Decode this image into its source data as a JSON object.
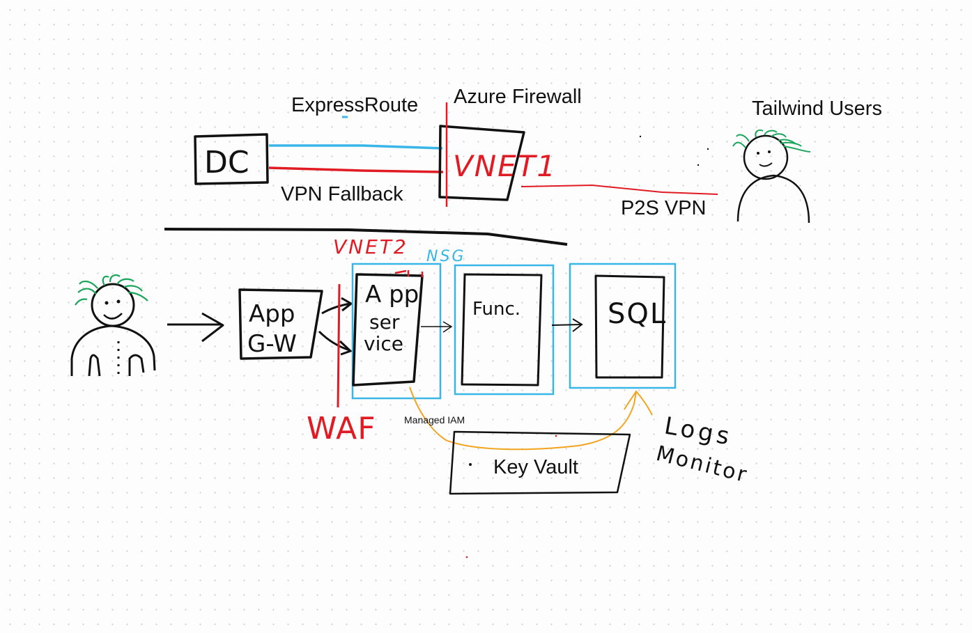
{
  "colors": {
    "ink": "#111111",
    "red": "#e01b24",
    "blue": "#38b6e8",
    "orange": "#f2a41f",
    "green": "#19a55a"
  },
  "icons": {
    "tailwind_user": "person-with-green-hair-icon",
    "public_user": "person-with-green-hair-icon"
  },
  "labels": {
    "expressroute": "ExpressRoute",
    "azure_firewall": "Azure Firewall",
    "tailwind_users": "Tailwind Users",
    "vpn_fallback": "VPN Fallback",
    "p2s_vpn": "P2S VPN",
    "managed_iam": "Managed IAM",
    "key_vault": "Key Vault"
  },
  "handwritten": {
    "dc": "DC",
    "vnet1": "VNET1",
    "vnet2": "VNET2",
    "nsg": "NSG",
    "app_gw_line1": "App",
    "app_gw_line2": "G-W",
    "app_service_line1": "A pp",
    "app_service_line2": "ser",
    "app_service_line3": "vice",
    "func": "Func.",
    "sql": "SQL",
    "waf": "WAF",
    "logs": "Logs",
    "monitor": "Monitor"
  }
}
